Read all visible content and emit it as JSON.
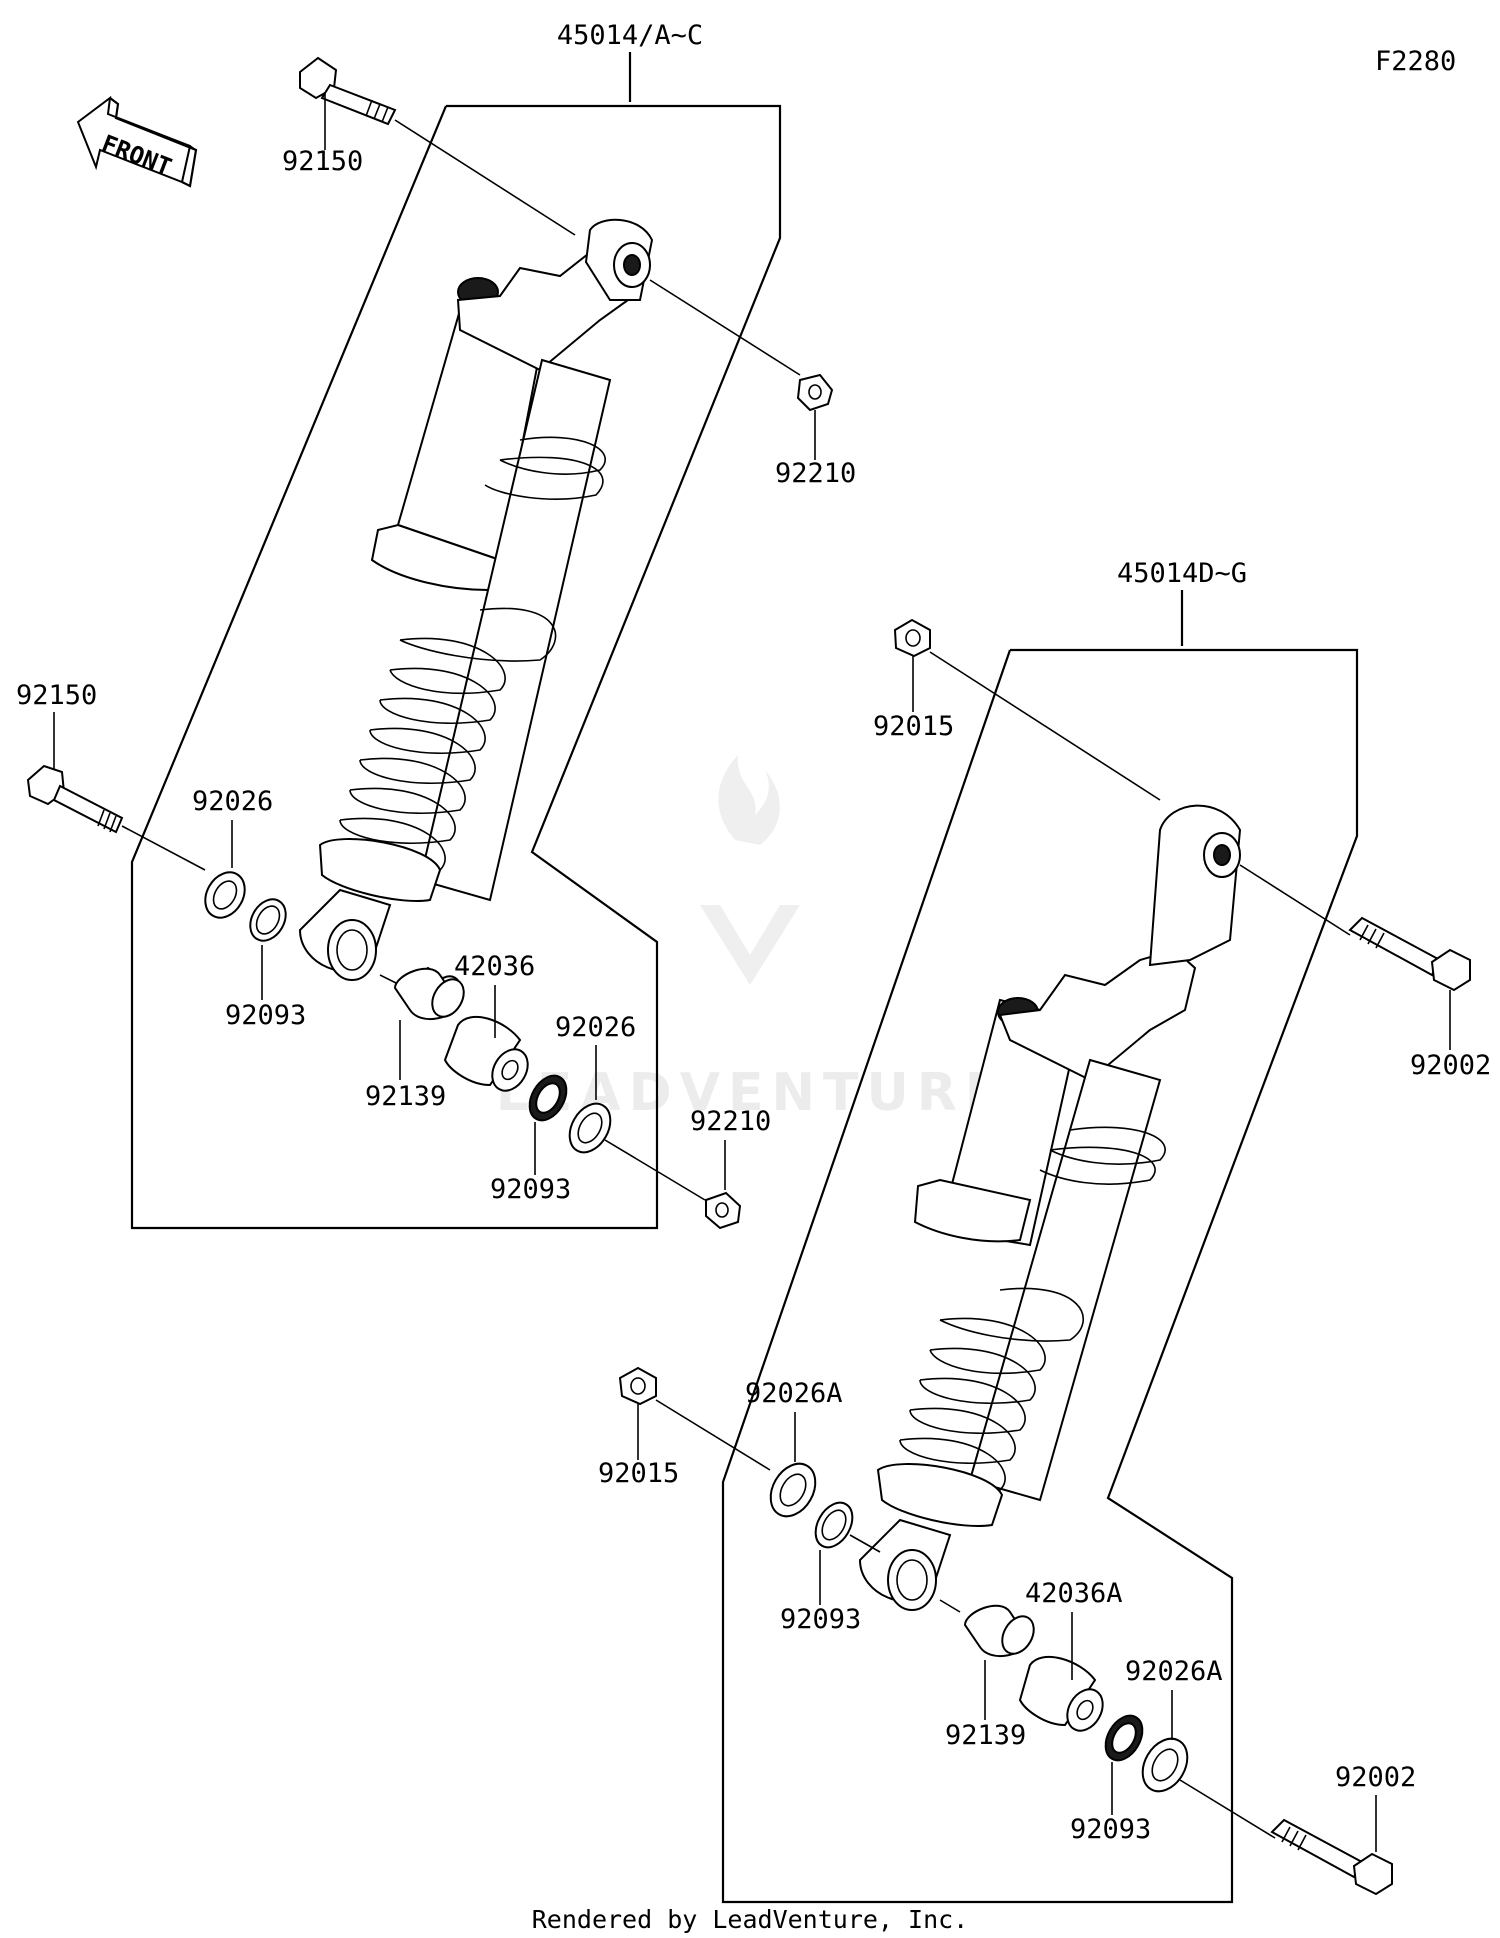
{
  "diagram_code": "F2280",
  "front_label": "FRONT",
  "watermark": "LEADVENTURE",
  "footer": "Rendered by LeadVenture, Inc.",
  "assembly_left": "45014/A~C",
  "assembly_right": "45014D~G",
  "left_parts": {
    "bolt_top": "92150",
    "nut_top": "92210",
    "bolt_lower": "92150",
    "washer_a": "92026",
    "seal_a": "92093",
    "bushing": "92139",
    "collar": "42036",
    "washer_b": "92026",
    "seal_b": "92093",
    "nut_lower": "92210"
  },
  "right_parts": {
    "nut_top": "92015",
    "bolt_top": "92002",
    "nut_lower": "92015",
    "washer_a": "92026A",
    "seal_a": "92093",
    "collar": "42036A",
    "bushing": "92139",
    "washer_b": "92026A",
    "seal_b": "92093",
    "bolt_lower": "92002"
  }
}
